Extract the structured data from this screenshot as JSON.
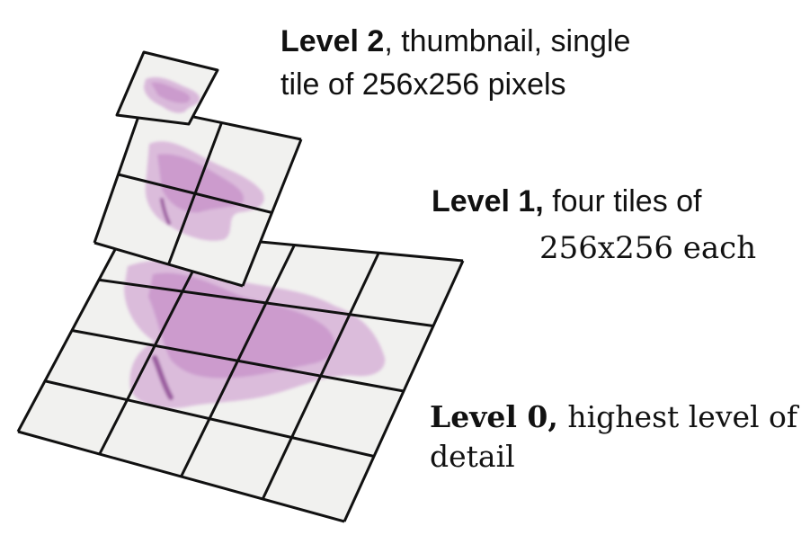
{
  "captions": {
    "level2": {
      "bold": "Level 2",
      "rest": ", thumbnail, single",
      "line2": "tile of 256x256 pixels"
    },
    "level1": {
      "bold": "Level 1,",
      "rest": " four tiles of",
      "line2": "256x256 each"
    },
    "level0": {
      "bold": "Level 0,",
      "rest": " highest level of",
      "line2": "detail"
    }
  },
  "pyramid": {
    "level0": {
      "rows": 4,
      "cols": 4
    },
    "level1": {
      "rows": 2,
      "cols": 2
    },
    "level2": {
      "rows": 1,
      "cols": 1
    }
  },
  "colors": {
    "tile_fill": "#f1f1ef",
    "grid_line": "#111111",
    "tissue_light": "#d7b3d8",
    "tissue_mid": "#c58fc8",
    "tissue_dark": "#9a5c9f"
  }
}
